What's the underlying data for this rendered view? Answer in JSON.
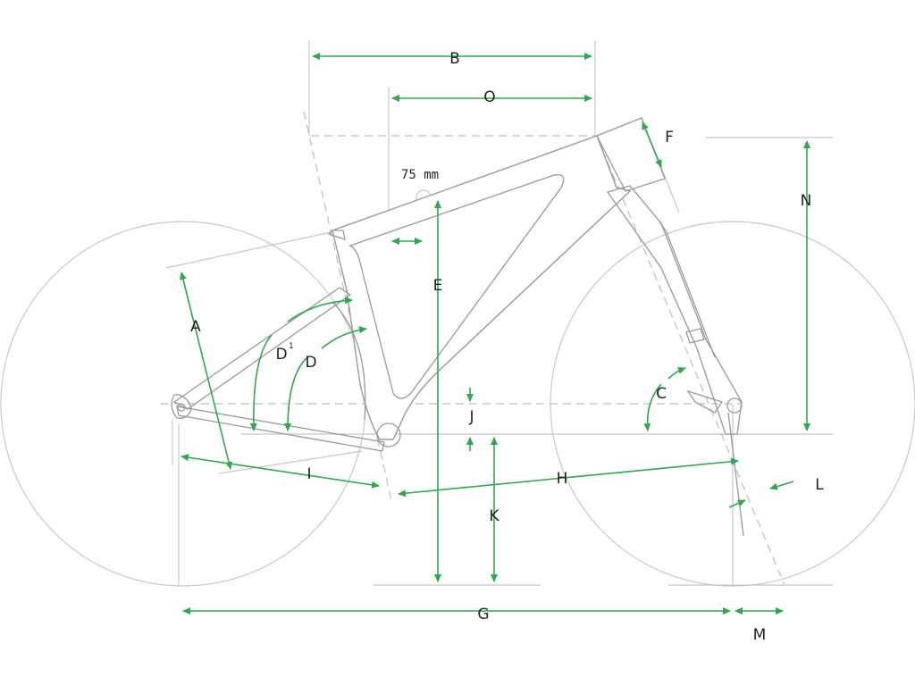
{
  "diagram": {
    "labels": {
      "A": "A",
      "B": "B",
      "C": "C",
      "D": "D",
      "D1_base": "D",
      "D1_sup": "1",
      "E": "E",
      "F": "F",
      "G": "G",
      "H": "H",
      "I": "I",
      "J": "J",
      "K": "K",
      "L": "L",
      "M": "M",
      "N": "N",
      "O": "O"
    },
    "annotation_75mm": "75 mm"
  },
  "colors": {
    "dimension_arrows": "#2fa84f",
    "frame_lines": "#9a9a9a",
    "reference_lines": "#c8c8c8"
  }
}
